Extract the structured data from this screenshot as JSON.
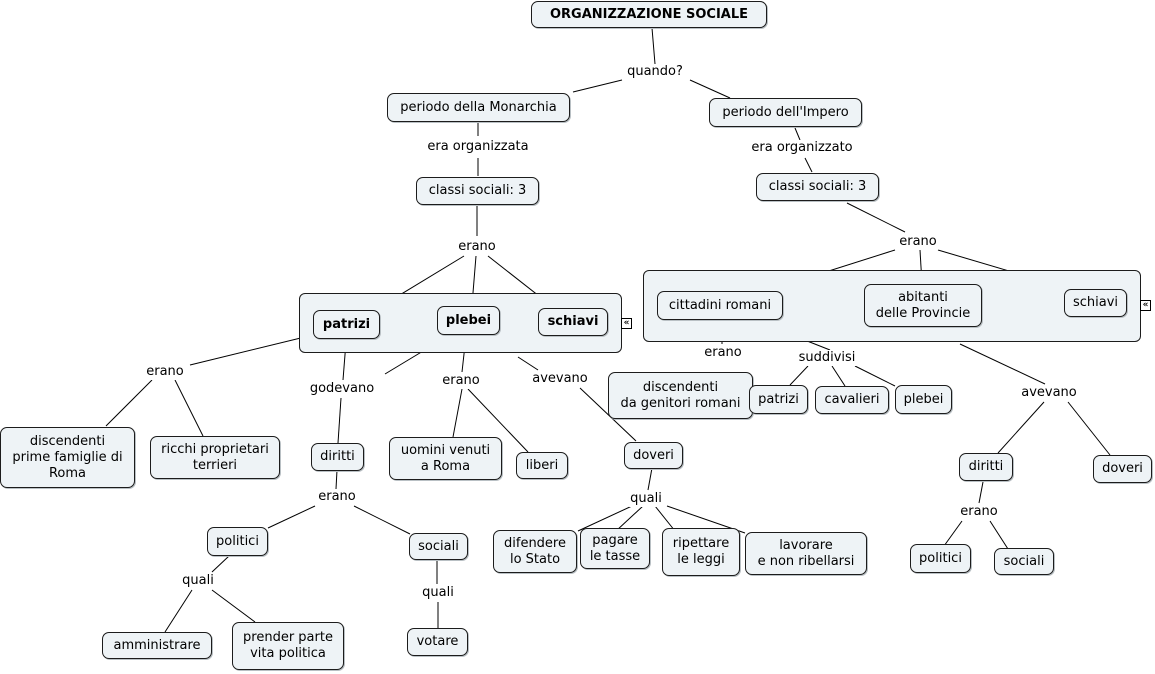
{
  "title": "ORGANIZZAZIONE SOCIALE",
  "links": {
    "quando": "quando?",
    "era_organizzata": "era organizzata",
    "era_organizzato": "era organizzato",
    "erano_left": "erano",
    "erano_right": "erano",
    "erano_patrizi": "erano",
    "godevano": "godevano",
    "erano_plebei": "erano",
    "avevano_left": "avevano",
    "erano_cittadini": "erano",
    "suddivisi": "suddivisi",
    "avevano_right": "avevano",
    "erano_diritti_left": "erano",
    "quali_doveri": "quali",
    "quali_politici": "quali",
    "quali_sociali": "quali",
    "erano_diritti_right": "erano"
  },
  "monarchia": {
    "period": "periodo della Monarchia",
    "classes": "classi sociali: 3",
    "patrizi": "patrizi",
    "plebei": "plebei",
    "schiavi": "schiavi",
    "disc_famiglie": "discendenti\nprime famiglie di\nRoma",
    "ricchi": "ricchi proprietari\nterrieri",
    "diritti": "diritti",
    "uomini": "uomini venuti\na Roma",
    "liberi": "liberi",
    "doveri": "doveri",
    "politici": "politici",
    "sociali": "sociali",
    "difendere": "difendere\nlo Stato",
    "pagare": "pagare\nle tasse",
    "rispettare": "ripettare\nle leggi",
    "lavorare": "lavorare\ne non ribellarsi",
    "amministrare": "amministrare",
    "prender": "prender parte\nvita politica",
    "votare": "votare"
  },
  "impero": {
    "period": "periodo dell'Impero",
    "classes": "classi sociali: 3",
    "cittadini": "cittadini romani",
    "abitanti": "abitanti\ndelle Provincie",
    "schiavi": "schiavi",
    "disc_romani": "discendenti\nda genitori romani",
    "patrizi": "patrizi",
    "cavalieri": "cavalieri",
    "plebei": "plebei",
    "diritti": "diritti",
    "doveri": "doveri",
    "politici": "politici",
    "sociali": "sociali"
  },
  "expand_glyph": "«"
}
